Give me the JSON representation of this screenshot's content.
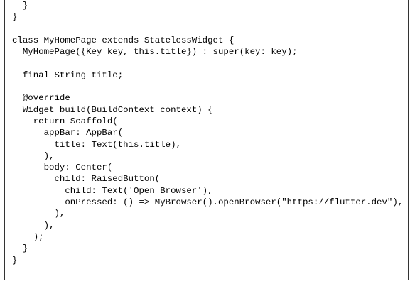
{
  "code": {
    "lines": [
      "  }",
      "}",
      "",
      "class MyHomePage extends StatelessWidget {",
      "  MyHomePage({Key key, this.title}) : super(key: key);",
      "",
      "  final String title;",
      "",
      "  @override",
      "  Widget build(BuildContext context) {",
      "    return Scaffold(",
      "      appBar: AppBar(",
      "        title: Text(this.title),",
      "      ),",
      "      body: Center(",
      "        child: RaisedButton(",
      "          child: Text('Open Browser'),",
      "          onPressed: () => MyBrowser().openBrowser(\"https://flutter.dev\"),",
      "        ),",
      "      ),",
      "    );",
      "  }",
      "}"
    ]
  }
}
